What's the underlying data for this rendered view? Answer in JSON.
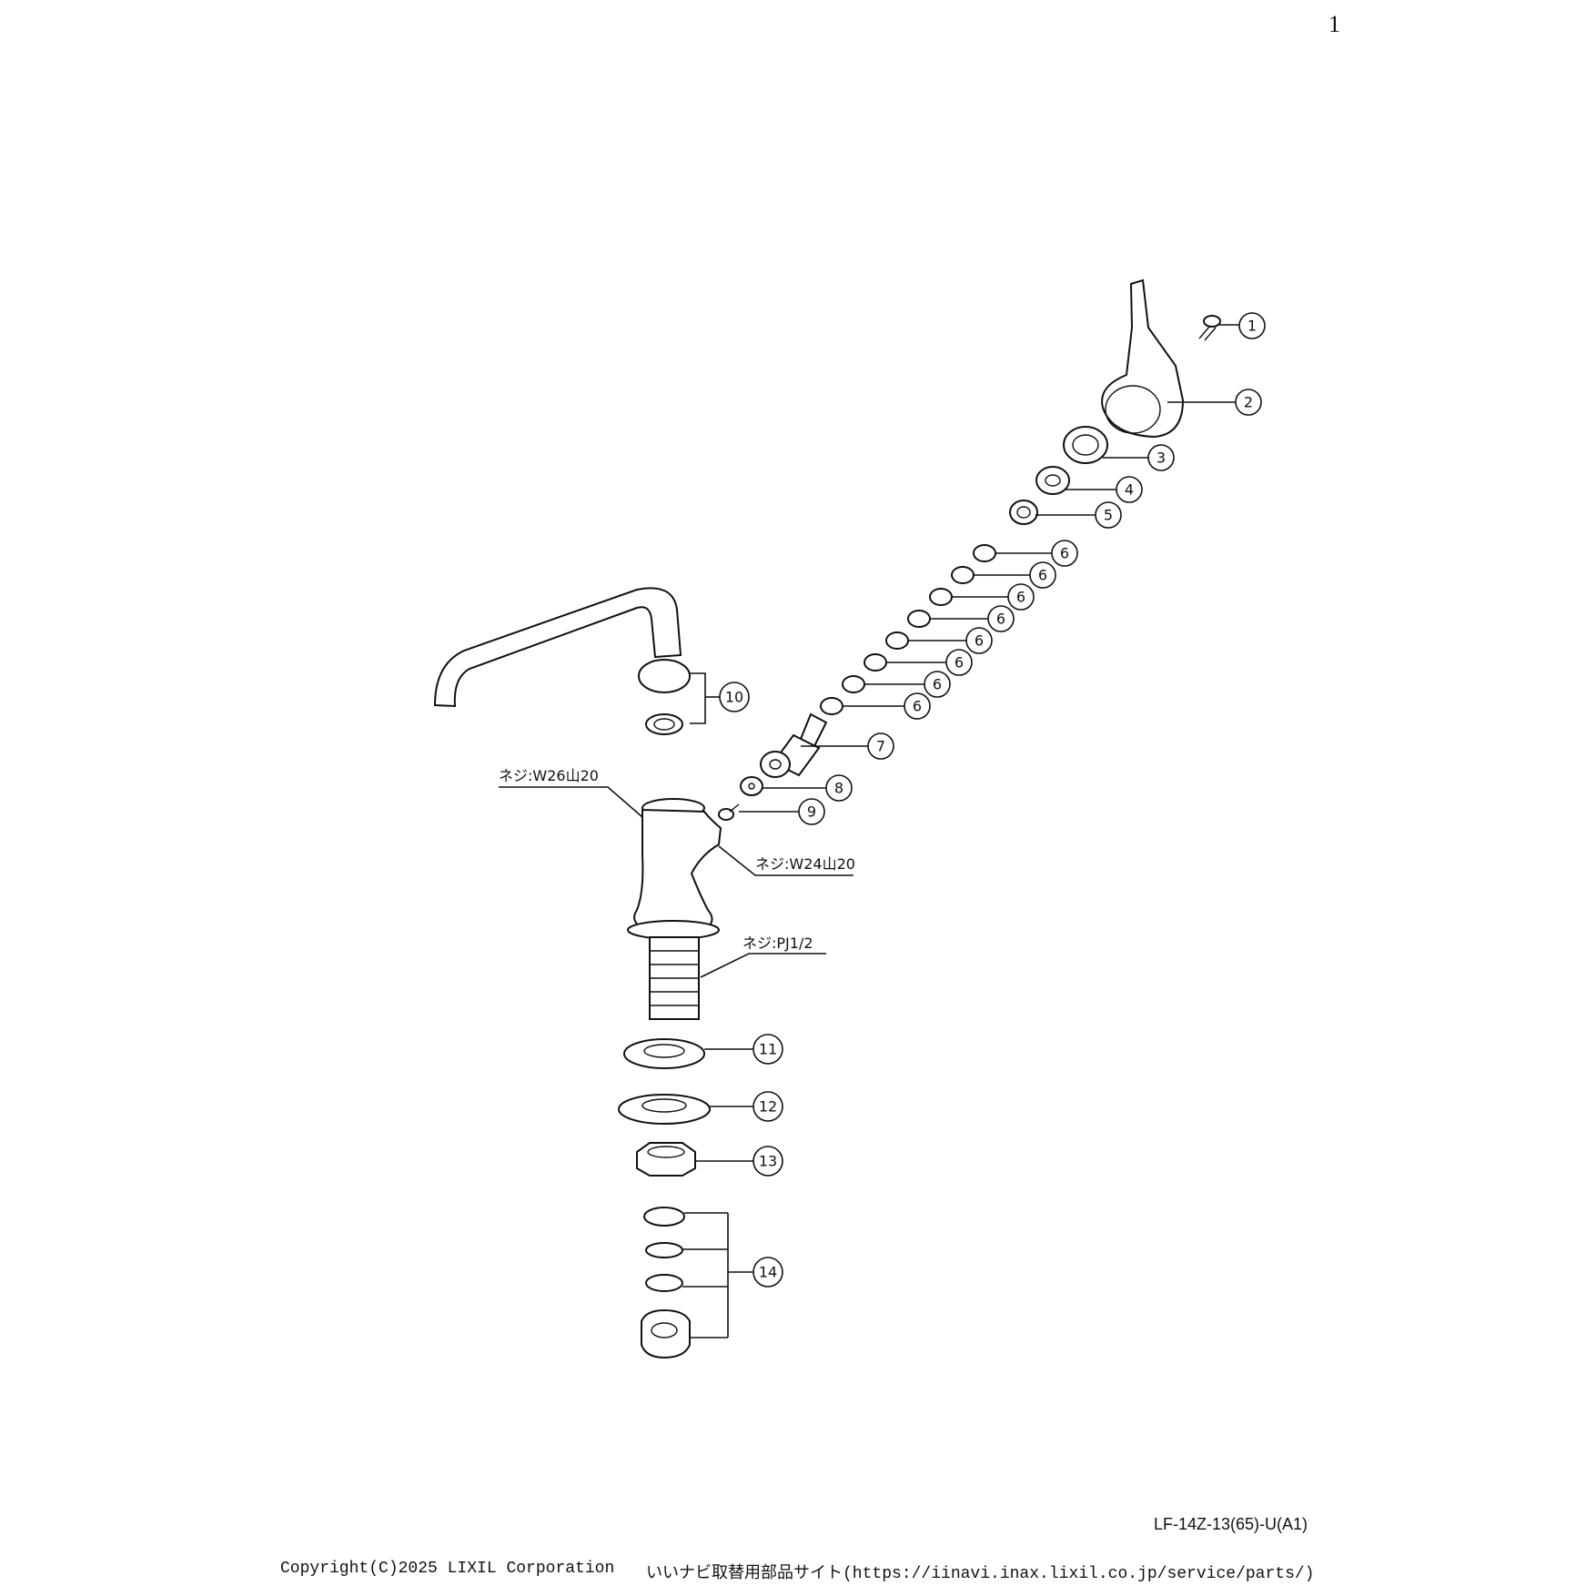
{
  "page_number": "1",
  "model_code": "LF-14Z-13(65)-U(A1)",
  "footer": {
    "copyright": "Copyright(C)2025 LIXIL Corporation",
    "site": "いいナビ取替用部品サイト(https://iinavi.inax.lixil.co.jp/service/parts/)"
  },
  "thread_labels": {
    "w26": "ネジ:W26山20",
    "w24": "ネジ:W24山20",
    "pj": "ネジ:PJ1/2"
  },
  "callouts": {
    "p1": "1",
    "p2": "2",
    "p3": "3",
    "p4": "4",
    "p5": "5",
    "p6a": "6",
    "p6b": "6",
    "p6c": "6",
    "p6d": "6",
    "p6e": "6",
    "p6f": "6",
    "p6g": "6",
    "p6h": "6",
    "p7": "7",
    "p8": "8",
    "p9": "9",
    "p10": "10",
    "p11": "11",
    "p12": "12",
    "p13": "13",
    "p14": "14"
  }
}
